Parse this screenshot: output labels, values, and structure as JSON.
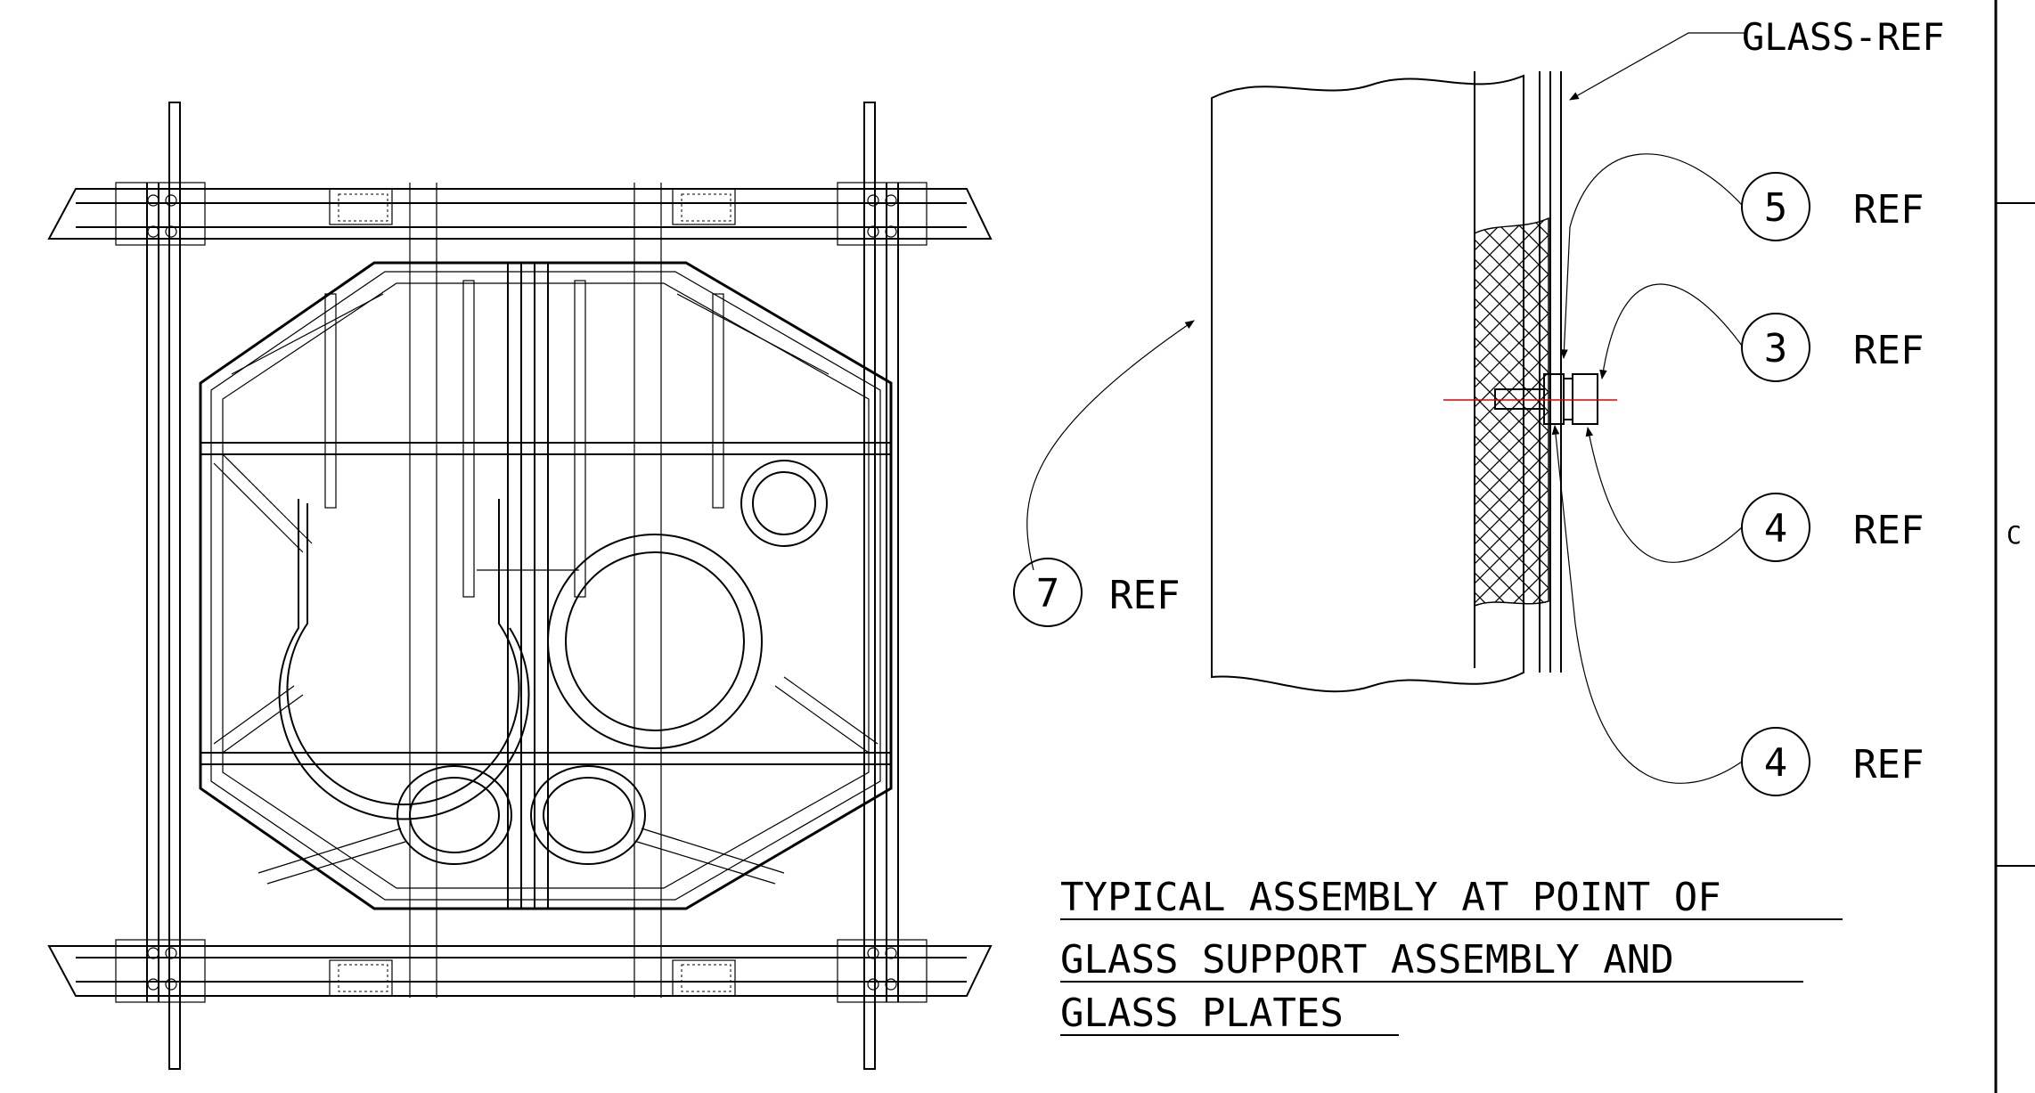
{
  "callouts": [
    {
      "number": "5",
      "suffix": "REF"
    },
    {
      "number": "3",
      "suffix": "REF"
    },
    {
      "number": "4",
      "suffix": "REF"
    },
    {
      "number": "4",
      "suffix": "REF"
    },
    {
      "number": "7",
      "suffix": "REF"
    }
  ],
  "glass_label": "GLASS-REF",
  "title_lines": [
    "TYPICAL ASSEMBLY AT POINT OF",
    "GLASS SUPPORT ASSEMBLY AND",
    "GLASS PLATES"
  ],
  "border_zone_letter": "C"
}
